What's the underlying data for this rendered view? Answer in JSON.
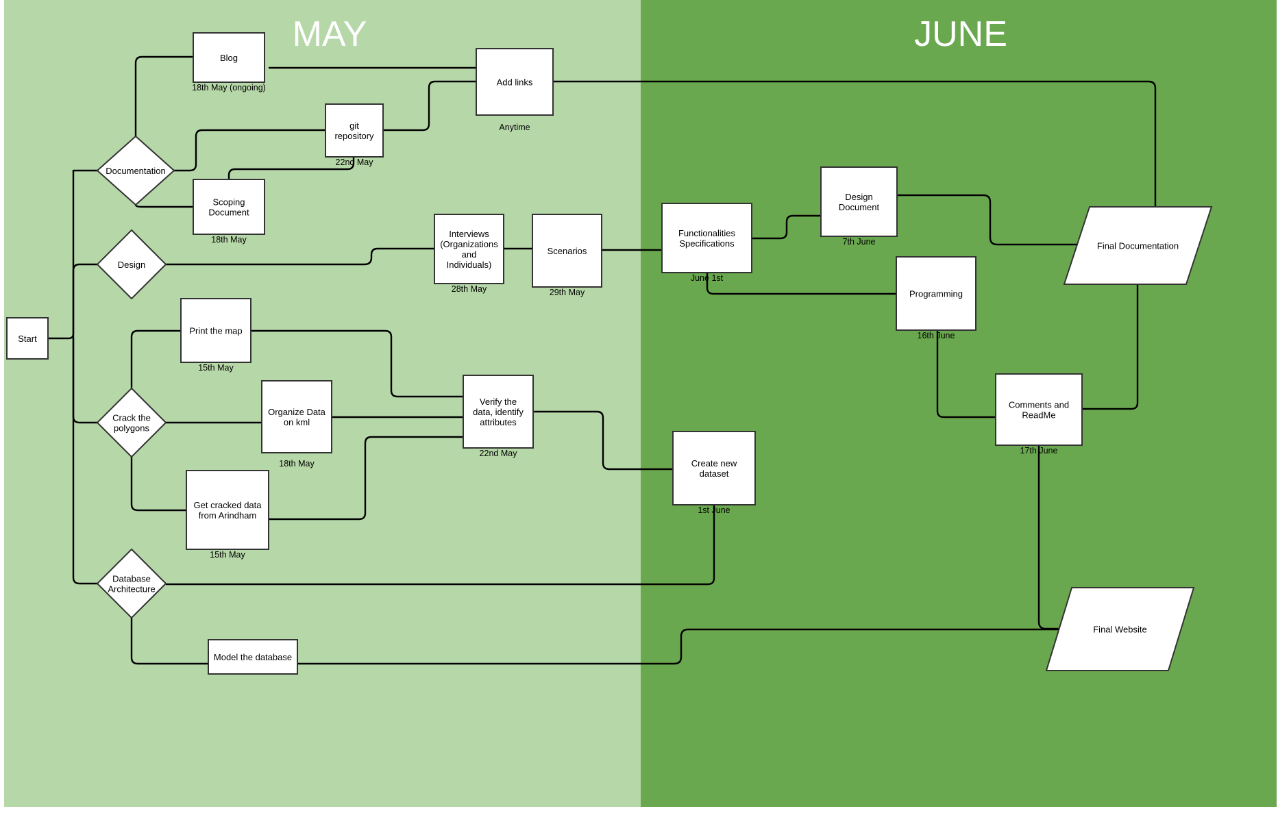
{
  "colors": {
    "may_lane": "#b6d7a8",
    "june_lane": "#6aa84f",
    "node_fill": "#ffffff",
    "line": "#000000"
  },
  "lanes": {
    "may": "MAY",
    "june": "JUNE"
  },
  "nodes": {
    "start": {
      "lines": [
        "Start"
      ]
    },
    "doc": {
      "lines": [
        "Documentation"
      ]
    },
    "design": {
      "lines": [
        "Design"
      ]
    },
    "crack": {
      "lines": [
        "Crack the",
        "polygons"
      ]
    },
    "dbarch": {
      "lines": [
        "Database",
        "Architecture"
      ]
    },
    "blog": {
      "lines": [
        "Blog"
      ],
      "date": "18th May (ongoing)"
    },
    "git": {
      "lines": [
        "git",
        "repository"
      ],
      "date": "22nd May"
    },
    "scoping": {
      "lines": [
        "Scoping",
        "Document"
      ],
      "date": "18th May"
    },
    "addlinks": {
      "lines": [
        "Add links"
      ],
      "date": "Anytime"
    },
    "interviews": {
      "lines": [
        "Interviews",
        "(Organizations",
        "and",
        "Individuals)"
      ],
      "date": "28th May"
    },
    "scenarios": {
      "lines": [
        "Scenarios"
      ],
      "date": "29th May"
    },
    "printmap": {
      "lines": [
        "Print the map"
      ],
      "date": "15th May"
    },
    "organize": {
      "lines": [
        "Organize Data",
        "on kml"
      ],
      "date": "18th May"
    },
    "verify": {
      "lines": [
        "Verify the",
        "data, identify",
        "attributes"
      ],
      "date": "22nd May"
    },
    "cracked": {
      "lines": [
        "Get cracked data",
        "from Arindham"
      ],
      "date": "15th May"
    },
    "model": {
      "lines": [
        "Model the database"
      ]
    },
    "func": {
      "lines": [
        "Functionalities",
        "Specifications"
      ],
      "date": "June 1st"
    },
    "designdoc": {
      "lines": [
        "Design",
        "Document"
      ],
      "date": "7th June"
    },
    "programming": {
      "lines": [
        "Programming"
      ],
      "date": "16th June"
    },
    "comments": {
      "lines": [
        "Comments and",
        "ReadMe"
      ],
      "date": "17th June"
    },
    "createds": {
      "lines": [
        "Create new",
        "dataset"
      ],
      "date": "1st June"
    },
    "finaldoc": {
      "lines": [
        "Final Documentation"
      ]
    },
    "finalweb": {
      "lines": [
        "Final Website"
      ]
    }
  }
}
